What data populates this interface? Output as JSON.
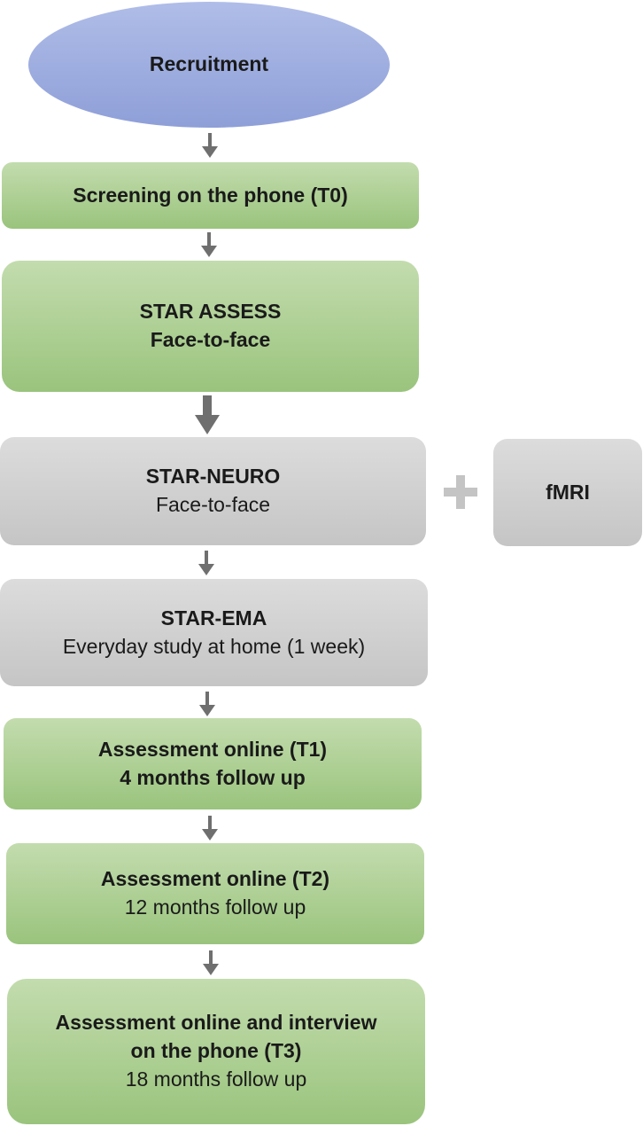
{
  "recruitment": {
    "label": "Recruitment"
  },
  "screening": {
    "label": "Screening on the phone (T0)"
  },
  "star_assess": {
    "title": "STAR ASSESS",
    "subtitle": "Face-to-face"
  },
  "star_neuro": {
    "title": "STAR-NEURO",
    "subtitle": "Face-to-face"
  },
  "fmri": {
    "label": "fMRI"
  },
  "star_ema": {
    "title": "STAR-EMA",
    "subtitle": "Everyday study at home (1 week)"
  },
  "t1": {
    "title": "Assessment online (T1)",
    "subtitle": "4 months follow up"
  },
  "t2": {
    "title": "Assessment online (T2)",
    "subtitle": "12 months follow up"
  },
  "t3": {
    "title_line1": "Assessment online and interview",
    "title_line2": "on the phone (T3)",
    "subtitle": "18 months follow up"
  },
  "colors": {
    "green": "#a8cc8c",
    "gray": "#d0d0d0",
    "oval": "#9dacdf",
    "arrow": "#6f6f6f"
  }
}
